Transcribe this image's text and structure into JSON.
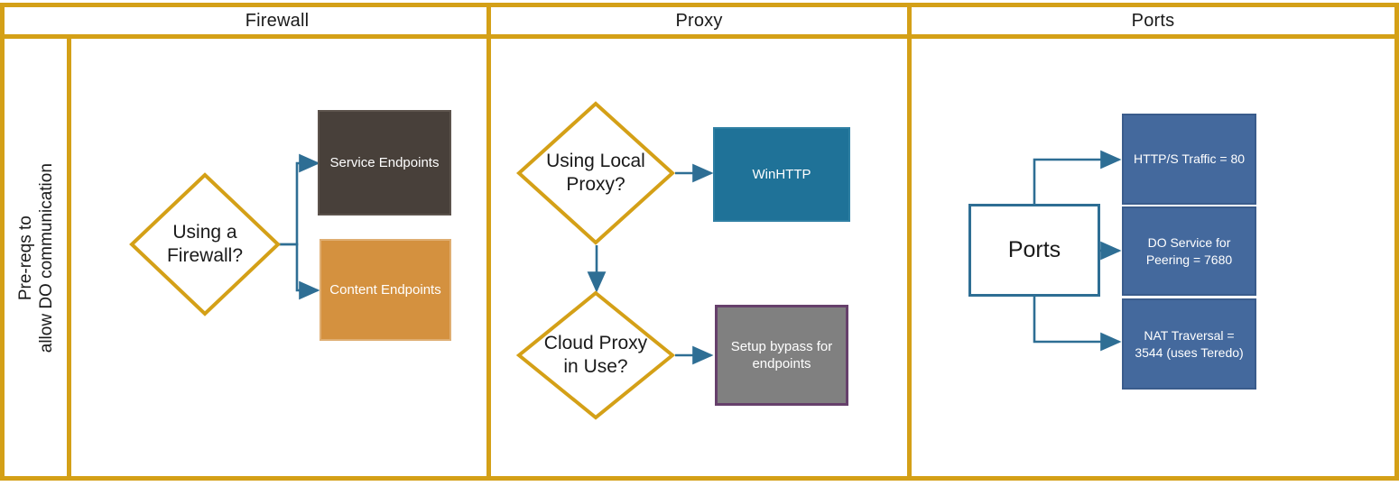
{
  "diagram": {
    "title": "Pre-reqs to allow DO communication",
    "row_label": {
      "line1": "Pre-reqs to",
      "line2": "allow DO communication"
    },
    "columns": [
      {
        "id": "firewall",
        "header": "Firewall"
      },
      {
        "id": "proxy",
        "header": "Proxy"
      },
      {
        "id": "ports",
        "header": "Ports"
      }
    ],
    "colors": {
      "frame": "#D4A017",
      "diamond_stroke": "#D4A017",
      "connector": "#2E6E94",
      "service_endpoints_fill": "#48403A",
      "content_endpoints_fill": "#D4913F",
      "winhttp_fill": "#1F7298",
      "bypass_fill": "#808080",
      "bypass_border": "#66406B",
      "ports_box_fill": "#44699D",
      "ports_node_border": "#2E6E94"
    },
    "firewall": {
      "decision": "Using a\nFirewall?",
      "outputs": [
        {
          "id": "service-endpoints",
          "label": "Service Endpoints"
        },
        {
          "id": "content-endpoints",
          "label": "Content Endpoints"
        }
      ]
    },
    "proxy": {
      "decision_1": "Using Local\nProxy?",
      "decision_2": "Cloud Proxy\nin Use?",
      "output_1": "WinHTTP",
      "output_2": "Setup bypass for\nendpoints"
    },
    "ports": {
      "node": "Ports",
      "outputs": [
        {
          "id": "http-traffic",
          "label": "HTTP/S Traffic = 80"
        },
        {
          "id": "do-service-peering",
          "label": "DO Service for\nPeering = 7680"
        },
        {
          "id": "nat-traversal",
          "label": "NAT Traversal =\n3544 (uses Teredo)"
        }
      ]
    }
  }
}
